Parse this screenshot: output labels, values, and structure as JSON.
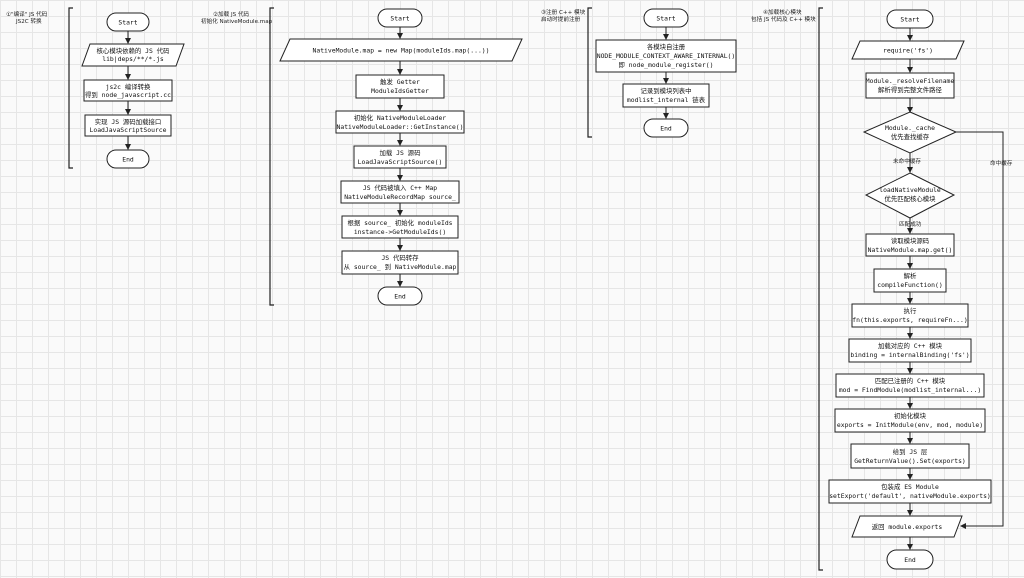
{
  "sections": [
    {
      "title": [
        "①\"编译\" JS 代码",
        "JS2C 转换"
      ],
      "start": "Start",
      "steps": [
        [
          "核心模块依赖的 JS 代码",
          "lib|deps/**/*.js"
        ],
        [
          "js2c 编译转换",
          "得到 node_javascript.cc"
        ],
        [
          "实现 JS 源码加载接口",
          "LoadJavaScriptSource"
        ]
      ],
      "end": "End"
    },
    {
      "title": [
        "②加载 JS 代码",
        "初始化 NativeModule.map"
      ],
      "start": "Start",
      "steps": [
        [
          "NativeModule.map = new Map(moduleIds.map(...))"
        ],
        [
          "触发 Getter",
          "ModuleIdsGetter"
        ],
        [
          "初始化 NativeModuleLoader",
          "NativeModuleLoader::GetInstance()"
        ],
        [
          "加载 JS 源码",
          "LoadJavaScriptSource()"
        ],
        [
          "JS 代码被填入 C++ Map",
          "NativeModuleRecordMap source_"
        ],
        [
          "根据 source_ 初始化 moduleIds",
          "instance->GetModuleIds()"
        ],
        [
          "JS 代码转存",
          "从 source_ 到 NativeModule.map"
        ]
      ],
      "end": "End"
    },
    {
      "title": [
        "③注册 C++ 模块",
        "启动时提前注册"
      ],
      "start": "Start",
      "steps": [
        [
          "各模块自注册",
          "NODE_MODULE_CONTEXT_AWARE_INTERNAL()",
          "即 node_module_register()"
        ],
        [
          "记录到模块列表中",
          "modlist_internal 链表"
        ]
      ],
      "end": "End"
    },
    {
      "title": [
        "④加载核心模块",
        "包括 JS 代码及 C++ 模块"
      ],
      "start": "Start",
      "steps": [
        [
          "require('fs')"
        ],
        [
          "Module._resolveFilename",
          "解析得到完整文件路径"
        ],
        [
          "Module._cache",
          "优先查找缓存"
        ],
        [
          "loadNativeModule",
          "优先匹配核心模块"
        ],
        [
          "读取模块源码",
          "NativeModule.map.get()"
        ],
        [
          "解析",
          "compileFunction()"
        ],
        [
          "执行",
          "fn(this.exports, requireFn...)"
        ],
        [
          "加载对应的 C++ 模块",
          "binding = internalBinding('fs')"
        ],
        [
          "匹配已注册的 C++ 模块",
          "mod = FindModule(modlist_internal...)"
        ],
        [
          "初始化模块",
          "exports = InitModule(env, mod, module)"
        ],
        [
          "给到 JS 层",
          "GetReturnValue().Set(exports)"
        ],
        [
          "包装成 ES Module",
          "setExport('default', nativeModule.exports)"
        ],
        [
          "返回 module.exports"
        ]
      ],
      "end": "End"
    }
  ],
  "edge_labels": {
    "cache_miss": "未命中缓存",
    "cache_hit": "命中缓存",
    "matched": "匹配成功"
  }
}
